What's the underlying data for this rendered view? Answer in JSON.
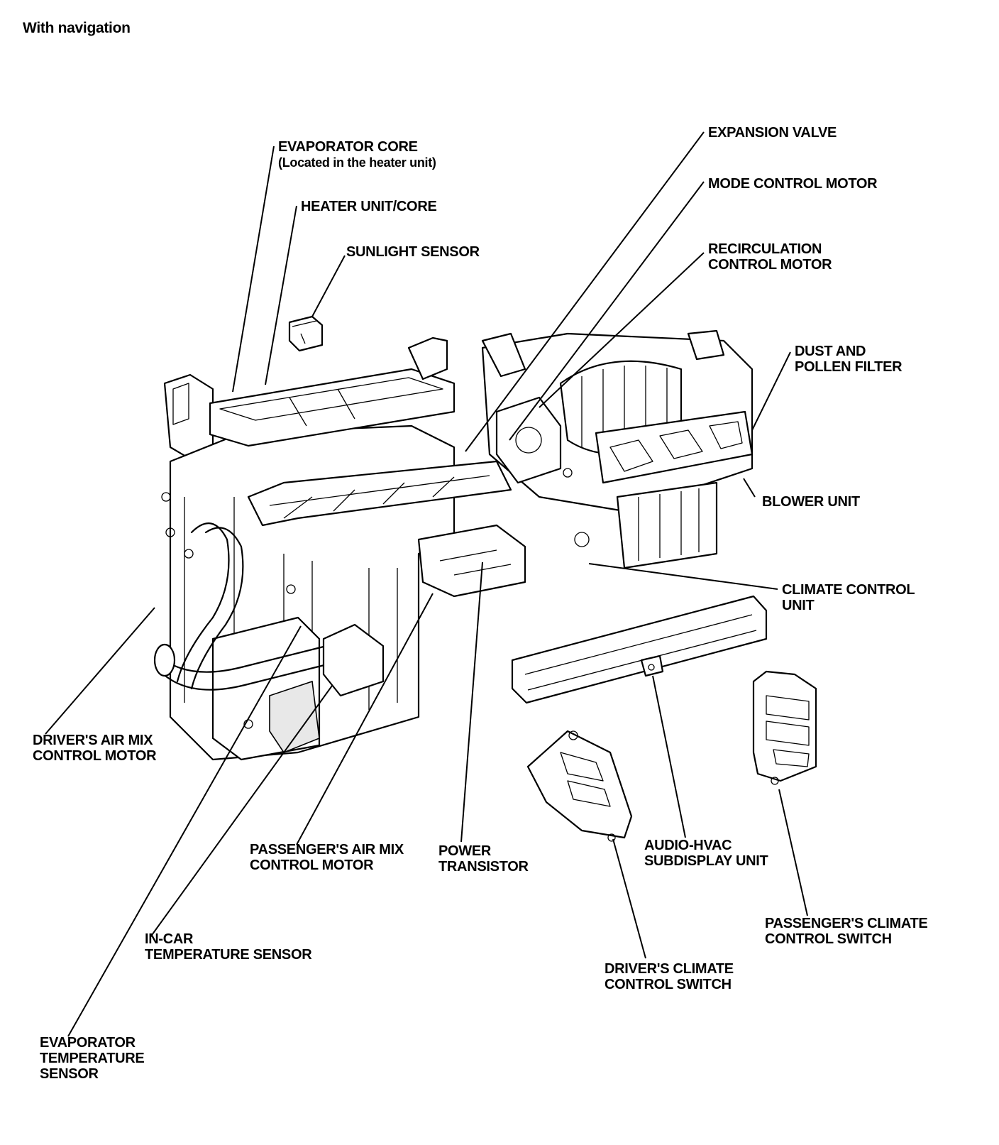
{
  "title": "With navigation",
  "labels": {
    "evaporator_core": [
      "EVAPORATOR CORE",
      "(Located in the heater unit)"
    ],
    "heater_unit_core": [
      "HEATER UNIT/CORE"
    ],
    "sunlight_sensor": [
      "SUNLIGHT SENSOR"
    ],
    "expansion_valve": [
      "EXPANSION VALVE"
    ],
    "mode_control_motor": [
      "MODE CONTROL MOTOR"
    ],
    "recirculation_control_motor": [
      "RECIRCULATION",
      "CONTROL MOTOR"
    ],
    "dust_and_pollen_filter": [
      "DUST AND",
      "POLLEN FILTER"
    ],
    "blower_unit": [
      "BLOWER UNIT"
    ],
    "climate_control_unit": [
      "CLIMATE CONTROL",
      "UNIT"
    ],
    "drivers_air_mix_control_motor": [
      "DRIVER'S AIR MIX",
      "CONTROL MOTOR"
    ],
    "passengers_air_mix_control_motor": [
      "PASSENGER'S AIR MIX",
      "CONTROL MOTOR"
    ],
    "power_transistor": [
      "POWER",
      "TRANSISTOR"
    ],
    "audio_hvac_subdisplay_unit": [
      "AUDIO-HVAC",
      "SUBDISPLAY UNIT"
    ],
    "passengers_climate_control_switch": [
      "PASSENGER'S CLIMATE",
      "CONTROL SWITCH"
    ],
    "drivers_climate_control_switch": [
      "DRIVER'S CLIMATE",
      "CONTROL SWITCH"
    ],
    "in_car_temperature_sensor": [
      "IN-CAR",
      "TEMPERATURE SENSOR"
    ],
    "evaporator_temperature_sensor": [
      "EVAPORATOR",
      "TEMPERATURE",
      "SENSOR"
    ]
  }
}
